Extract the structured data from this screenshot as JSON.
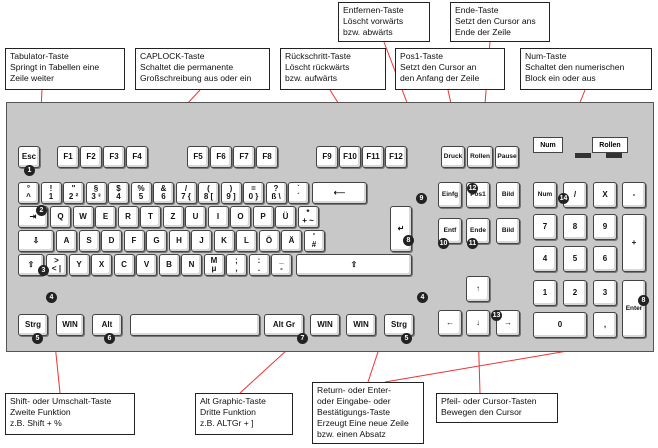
{
  "callouts": {
    "tab": [
      "Tabulator-Taste",
      "Springt in Tabellen eine",
      "Zeile weiter"
    ],
    "caps": [
      "CAPLOCK-Taste",
      "Schaltet die permanente",
      "Großschreibung aus oder ein"
    ],
    "backspace": [
      "Rückschritt-Taste",
      "Löscht rückwärts",
      "bzw. aufwärts"
    ],
    "delete": [
      "Entfernen-Taste",
      "Löscht vorwärts",
      "bzw. abwärts"
    ],
    "home": [
      "Pos1-Taste",
      "Setzt den Cursor an",
      "den Anfang der Zeile"
    ],
    "end": [
      "Ende-Taste",
      "Setzt den Cursor ans",
      "Ende der Zeile"
    ],
    "num": [
      "Num-Taste",
      "Schaltet den numerischen",
      "Block ein oder aus"
    ],
    "shift": [
      "Shift- oder Umschalt-Taste",
      "Zweite Funktion",
      "z.B. Shift + %"
    ],
    "altgr": [
      "Alt Graphic-Taste",
      "Dritte Funktion",
      "z.B. ALTGr + ]"
    ],
    "enter": [
      "Return- oder Enter-",
      "oder Eingabe- oder",
      "Bestätigungs-Taste",
      "Erzeugt Eine neue Zeile",
      "bzw. einen Absatz"
    ],
    "arrows": [
      "Pfeil- oder Cursor-Tasten",
      "Bewegen den Cursor"
    ]
  },
  "keys": {
    "esc": "Esc",
    "f": [
      "F1",
      "F2",
      "F3",
      "F4",
      "F5",
      "F6",
      "F7",
      "F8",
      "F9",
      "F10",
      "F11",
      "F12"
    ],
    "druck": "Druck",
    "rollen": "Rollen",
    "pause": "Pause",
    "num_row": [
      "°\n^",
      "!\n1",
      "\"\n2 ²",
      "§\n3 ³",
      "$\n4",
      "%\n5",
      "&\n6",
      "/\n7 {",
      "(\n8 [",
      ")\n9 ]",
      "=\n0 }",
      "?\nß \\",
      "`\n´"
    ],
    "q_row": [
      "Q",
      "W",
      "E",
      "R",
      "T",
      "Z",
      "U",
      "I",
      "O",
      "P",
      "Ü",
      "*\n+ ~"
    ],
    "a_row": [
      "A",
      "S",
      "D",
      "F",
      "G",
      "H",
      "J",
      "K",
      "L",
      "Ö",
      "Ä",
      "'\n#"
    ],
    "y_row": [
      ">\n< |",
      "Y",
      "X",
      "C",
      "V",
      "B",
      "N",
      "M\nμ",
      ";\n,",
      ":\n.",
      "_\n-"
    ],
    "strg": "Strg",
    "win": "WIN",
    "alt": "Alt",
    "altgr": "Alt Gr",
    "einfg": "Einfg",
    "pos1": "Pos1",
    "bild": "Bild",
    "entf": "Entf",
    "ende": "Ende",
    "numpad": [
      "Num",
      "/",
      "X",
      "-",
      "7",
      "8",
      "9",
      "+",
      "4",
      "5",
      "6",
      "1",
      "2",
      "3",
      "Enter",
      "0",
      ","
    ],
    "led_labels": [
      "Num",
      "Rollen"
    ]
  },
  "badges": [
    "1",
    "2",
    "3",
    "4",
    "4",
    "5",
    "5",
    "6",
    "7",
    "8",
    "8",
    "9",
    "10",
    "11",
    "12",
    "13",
    "14"
  ]
}
